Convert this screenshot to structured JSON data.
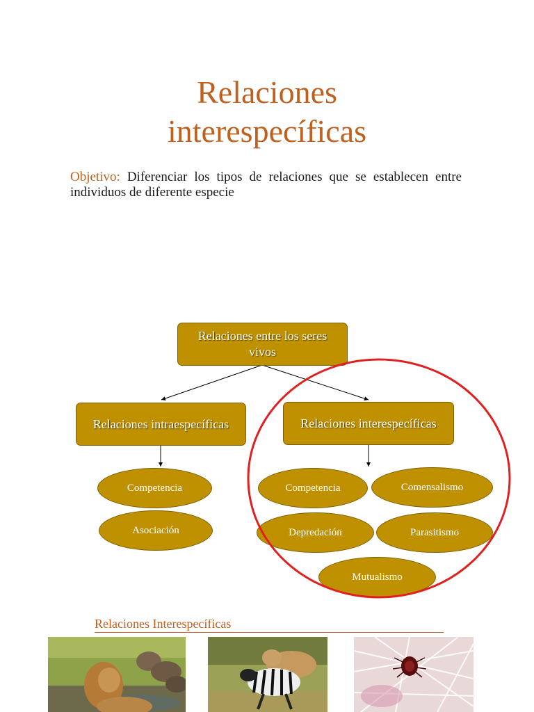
{
  "title": {
    "line1": "Relaciones",
    "line2": "interespecíficas"
  },
  "objective": {
    "label": "Objetivo:",
    "text": " Diferenciar los tipos de relaciones que se establecen entre individuos de diferente especie"
  },
  "diagram": {
    "root": "Relaciones entre los seres vivos",
    "intra": {
      "title": "Relaciones intraespecíficas",
      "items": [
        "Competencia",
        "Asociación"
      ]
    },
    "inter": {
      "title": "Relaciones interespecíficas",
      "items": [
        "Competencia",
        "Comensalismo",
        "Depredación",
        "Parasitismo",
        "Mutualismo"
      ]
    },
    "highlight_color": "#e02020",
    "box_color": "#bf9000"
  },
  "caption": "Relaciones Interespecíficas",
  "photos": [
    "lion-hyenas-photo",
    "lion-zebra-photo",
    "tick-photo"
  ]
}
